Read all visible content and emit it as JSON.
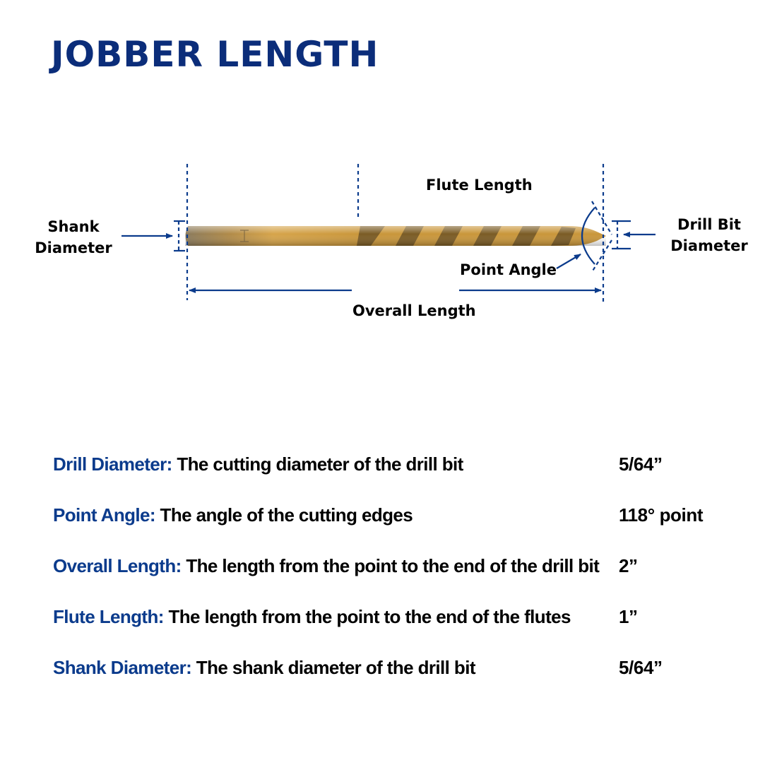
{
  "title": "JOBBER LENGTH",
  "diagram": {
    "labels": {
      "flute_length": "Flute Length",
      "shank_diameter_line1": "Shank",
      "shank_diameter_line2": "Diameter",
      "drill_bit_diameter_line1": "Drill Bit",
      "drill_bit_diameter_line2": "Diameter",
      "point_angle": "Point Angle",
      "overall_length": "Overall Length"
    },
    "colors": {
      "dimension_lines": "#0b3b8c",
      "drill_gold": "#c9963a",
      "drill_shank": "#8a7a5c"
    }
  },
  "specs": [
    {
      "term": "Drill Diameter:",
      "description": " The cutting diameter of the drill bit",
      "value": "5/64”"
    },
    {
      "term": "Point Angle:",
      "description": " The angle of the cutting edges",
      "value": "118° point"
    },
    {
      "term": "Overall Length:",
      "description": " The length from the point to the end of the drill bit",
      "value": "2”"
    },
    {
      "term": "Flute Length:",
      "description": " The length from the point to the end of the flutes",
      "value": "1”"
    },
    {
      "term": "Shank Diameter:",
      "description": " The shank diameter of the drill bit",
      "value": "5/64”"
    }
  ]
}
